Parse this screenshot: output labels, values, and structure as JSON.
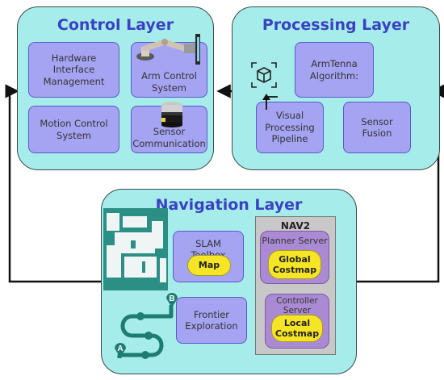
{
  "control_layer": {
    "title": "Control Layer",
    "hardware": "Hardware Interface Management",
    "arm": "Arm Control System",
    "motion": "Motion Control System",
    "sensor_comm": "Sensor Communication"
  },
  "processing_layer": {
    "title": "Processing Layer",
    "armtenna": "ArmTenna Algorithm:",
    "visual": "Visual Processing Pipeline",
    "fusion": "Sensor Fusion"
  },
  "navigation_layer": {
    "title": "Navigation Layer",
    "slam": "SLAM Toolbox",
    "map": "Map",
    "frontier": "Frontier Exploration",
    "nav2": {
      "title": "NAV2",
      "planner": "Planner Server",
      "global_costmap": "Global Costmap",
      "controller": "Controller Server",
      "local_costmap": "Local Costmap"
    },
    "path_start": "A",
    "path_end": "B"
  },
  "colors": {
    "layer_fill": "#a6ecea",
    "box_fill": "#a4a4f2",
    "pill_fill": "#f5e526",
    "nav2_fill": "#c8c8c8",
    "server_fill": "#ab8ad4",
    "title_color": "#3a42c2",
    "path_color": "#1e7c72"
  },
  "icons": [
    "robot-arm-icon",
    "lidar-sensor-icon",
    "cube-focus-icon",
    "occupancy-map-icon",
    "route-path-icon"
  ]
}
